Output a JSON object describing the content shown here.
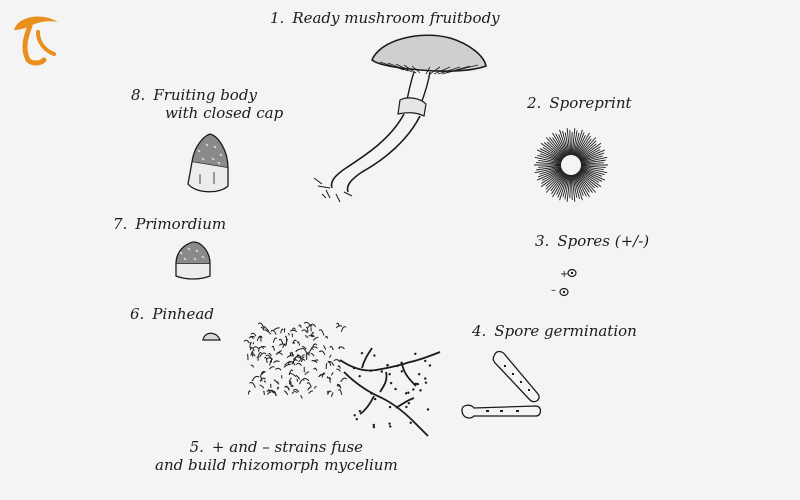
{
  "accent_color": "#e8901b",
  "logo_icon": "mushroom-logo-icon",
  "stages": [
    {
      "number": "1.",
      "lines": [
        "Ready mushroom fruitbody"
      ]
    },
    {
      "number": "2.",
      "lines": [
        "Sporeprint"
      ]
    },
    {
      "number": "3.",
      "lines": [
        "Spores (+/-)"
      ]
    },
    {
      "number": "4.",
      "lines": [
        "Spore germination"
      ]
    },
    {
      "number": "5.",
      "lines": [
        "+ and – strains fuse",
        "and build rhizomorph mycelium"
      ]
    },
    {
      "number": "6.",
      "lines": [
        "Pinhead"
      ]
    },
    {
      "number": "7.",
      "lines": [
        "Primordium"
      ]
    },
    {
      "number": "8.",
      "lines": [
        "Fruiting body",
        "with closed cap"
      ]
    }
  ],
  "spore_marks": [
    "+",
    "–"
  ]
}
